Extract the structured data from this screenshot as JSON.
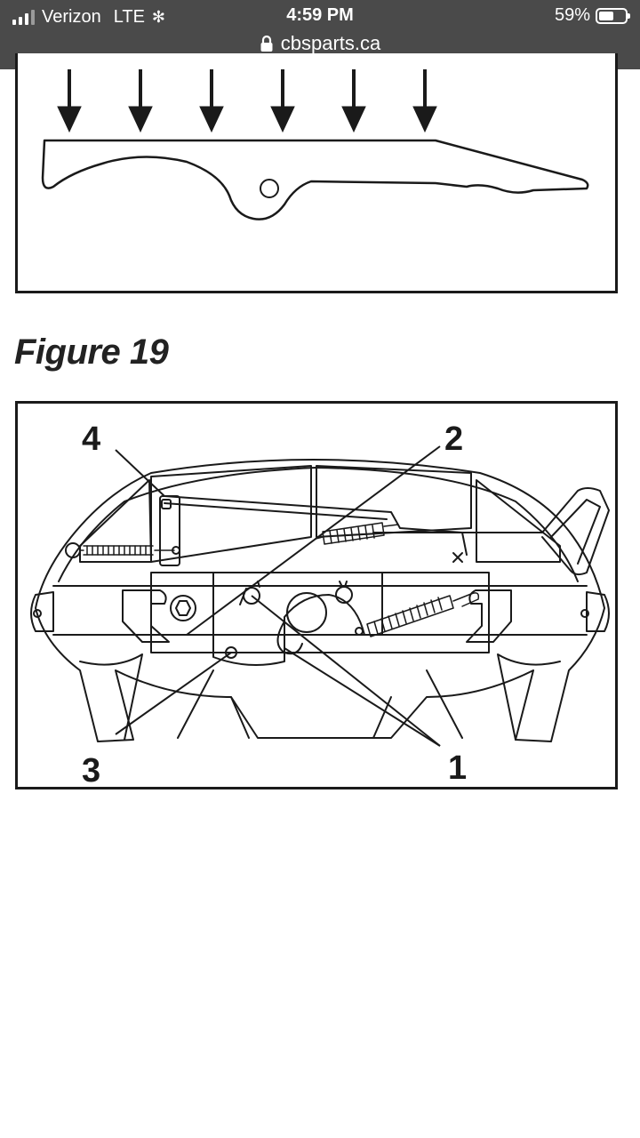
{
  "status_bar": {
    "carrier": "Verizon",
    "network": "LTE",
    "time": "4:59 PM",
    "battery_percent": "59%",
    "battery_level": 0.59,
    "signal_bars": 3
  },
  "browser": {
    "url": "cbsparts.ca"
  },
  "document": {
    "figure_title": "Figure 19",
    "callouts": {
      "c1": "1",
      "c2": "2",
      "c3": "3",
      "c4": "4"
    }
  }
}
